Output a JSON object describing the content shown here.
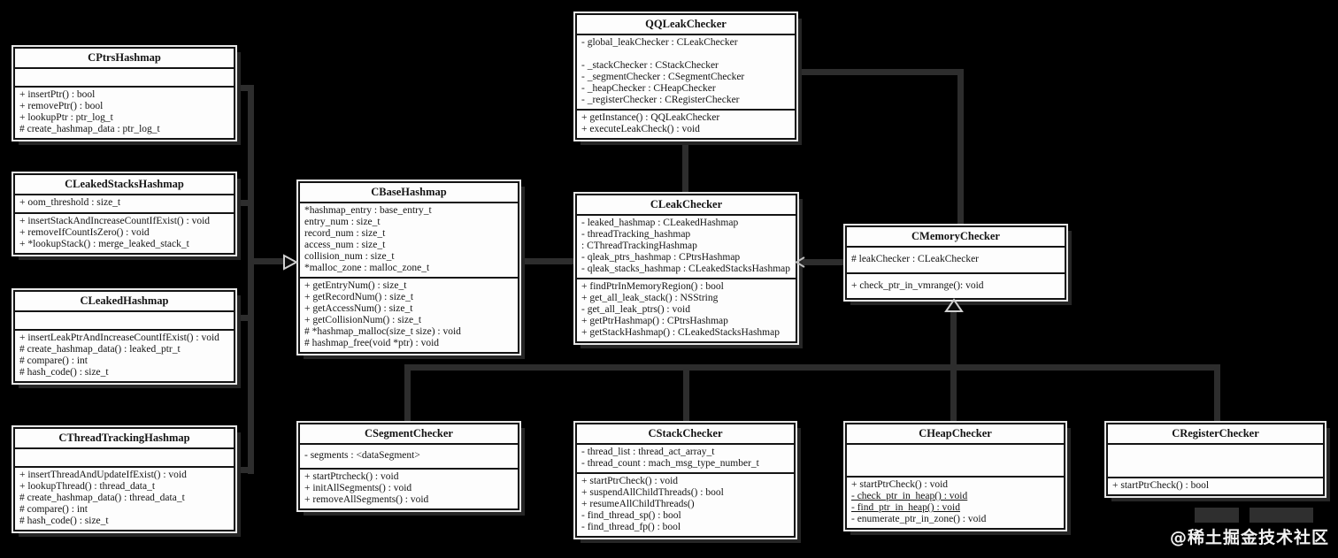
{
  "diagram_title": "QQLeakChecker UML class diagram",
  "background": "#000000",
  "connector_color": "#2d2d2d",
  "box_fill": "#fdfdfd",
  "box_border": "#141414",
  "watermark": "@稀土掘金技术社区",
  "classes": {
    "cptrs": {
      "name": "CPtrsHashmap",
      "attributes": [],
      "methods": [
        {
          "t": "+ insertPtr() : bool"
        },
        {
          "t": "+ removePtr() : bool"
        },
        {
          "t": "+ lookupPtr : ptr_log_t"
        },
        {
          "t": "# create_hashmap_data : ptr_log_t"
        }
      ]
    },
    "cleakedstacks": {
      "name": "CLeakedStacksHashmap",
      "attributes": [
        {
          "t": "+ oom_threshold : size_t"
        }
      ],
      "methods": [
        {
          "t": "+ insertStackAndIncreaseCountIfExist() : void"
        },
        {
          "t": "+ removeIfCountIsZero() : void"
        },
        {
          "t": "+ *lookupStack() : merge_leaked_stack_t"
        }
      ]
    },
    "cleaked": {
      "name": "CLeakedHashmap",
      "attributes": [],
      "methods": [
        {
          "t": "+ insertLeakPtrAndIncreaseCountIfExist() : void"
        },
        {
          "t": "# create_hashmap_data() : leaked_ptr_t"
        },
        {
          "t": "# compare() : int"
        },
        {
          "t": "# hash_code() : size_t"
        }
      ]
    },
    "cthread": {
      "name": "CThreadTrackingHashmap",
      "attributes": [],
      "methods": [
        {
          "t": "+ insertThreadAndUpdateIfExist() : void"
        },
        {
          "t": "+ lookupThread() : thread_data_t"
        },
        {
          "t": "# create_hashmap_data() : thread_data_t"
        },
        {
          "t": "# compare() : int"
        },
        {
          "t": "# hash_code() : size_t"
        }
      ]
    },
    "cbase": {
      "name": "CBaseHashmap",
      "attributes": [
        {
          "t": "*hashmap_entry : base_entry_t"
        },
        {
          "t": "entry_num : size_t"
        },
        {
          "t": "record_num : size_t"
        },
        {
          "t": "access_num : size_t"
        },
        {
          "t": "collision_num : size_t"
        },
        {
          "t": "*malloc_zone : malloc_zone_t"
        }
      ],
      "methods": [
        {
          "t": "+ getEntryNum() : size_t"
        },
        {
          "t": "+ getRecordNum() : size_t"
        },
        {
          "t": "+ getAccessNum() : size_t"
        },
        {
          "t": "+ getCollisionNum() : size_t"
        },
        {
          "t": "# *hashmap_malloc(size_t size) : void"
        },
        {
          "t": "# hashmap_free(void *ptr) : void"
        }
      ]
    },
    "qqleak": {
      "name": "QQLeakChecker",
      "attributes": [
        {
          "t": "- global_leakChecker : CLeakChecker"
        },
        {
          "t": ""
        },
        {
          "t": "- _stackChecker : CStackChecker"
        },
        {
          "t": "- _segmentChecker : CSegmentChecker"
        },
        {
          "t": "- _heapChecker : CHeapChecker"
        },
        {
          "t": "- _registerChecker : CRegisterChecker"
        }
      ],
      "methods": [
        {
          "t": "+ getInstance() : QQLeakChecker"
        },
        {
          "t": "+ executeLeakCheck() : void"
        }
      ]
    },
    "cleakchecker": {
      "name": "CLeakChecker",
      "attributes": [
        {
          "t": "- leaked_hashmap : CLeakedHashmap"
        },
        {
          "t": "- threadTracking_hashmap"
        },
        {
          "t": ": CThreadTrackingHashmap"
        },
        {
          "t": "- qleak_ptrs_hashmap : CPtrsHashmap"
        },
        {
          "t": "- qleak_stacks_hashmap : CLeakedStacksHashmap"
        }
      ],
      "methods": [
        {
          "t": "+ findPtrInMemoryRegion() : bool"
        },
        {
          "t": "+ get_all_leak_stack() : NSString"
        },
        {
          "t": "- get_all_leak_ptrs() : void"
        },
        {
          "t": "+ getPtrHashmap() : CPtrsHashmap"
        },
        {
          "t": "+ getStackHashmap() : CLeakedStacksHashmap"
        }
      ]
    },
    "cmemory": {
      "name": "CMemoryChecker",
      "attributes": [
        {
          "t": "# leakChecker : CLeakChecker"
        }
      ],
      "methods": [
        {
          "t": "+ check_ptr_in_vmrange(): void"
        }
      ]
    },
    "csegment": {
      "name": "CSegmentChecker",
      "attributes": [
        {
          "t": "- segments : <dataSegment>"
        }
      ],
      "methods": [
        {
          "t": "+ startPtrcheck() : void"
        },
        {
          "t": "+ initAllSegments() : void"
        },
        {
          "t": "+ removeAllSegments() : void"
        }
      ]
    },
    "cstack": {
      "name": "CStackChecker",
      "attributes": [
        {
          "t": "- thread_list : thread_act_array_t"
        },
        {
          "t": "- thread_count : mach_msg_type_number_t"
        }
      ],
      "methods": [
        {
          "t": "+ startPtrCheck() : void"
        },
        {
          "t": "+ suspendAllChildThreads() : bool"
        },
        {
          "t": "+ resumeAllChildThreads()"
        },
        {
          "t": "- find_thread_sp() : bool"
        },
        {
          "t": "- find_thread_fp() : bool"
        }
      ]
    },
    "cheap": {
      "name": "CHeapChecker",
      "attributes": [],
      "methods": [
        {
          "t": "+ startPtrCheck() : void"
        },
        {
          "t": "- check_ptr_in_heap() : void",
          "u": true
        },
        {
          "t": "- find_ptr_in_heap() : void",
          "u": true
        },
        {
          "t": "- enumerate_ptr_in_zone() : void"
        }
      ]
    },
    "cregister": {
      "name": "CRegisterChecker",
      "attributes": [],
      "methods": [
        {
          "t": "+ startPtrCheck() : bool"
        }
      ]
    }
  },
  "relations": [
    {
      "from": "CPtrsHashmap",
      "to": "CBaseHashmap",
      "type": "generalization"
    },
    {
      "from": "CLeakedStacksHashmap",
      "to": "CBaseHashmap",
      "type": "generalization"
    },
    {
      "from": "CLeakedHashmap",
      "to": "CBaseHashmap",
      "type": "generalization"
    },
    {
      "from": "CThreadTrackingHashmap",
      "to": "CBaseHashmap",
      "type": "generalization"
    },
    {
      "from": "QQLeakChecker",
      "to": "CLeakChecker",
      "type": "association"
    },
    {
      "from": "QQLeakChecker",
      "to": "CMemoryChecker",
      "type": "association"
    },
    {
      "from": "CBaseHashmap",
      "to": "CLeakChecker",
      "type": "association"
    },
    {
      "from": "CMemoryChecker",
      "to": "CLeakChecker",
      "type": "association"
    },
    {
      "from": "CSegmentChecker",
      "to": "CMemoryChecker",
      "type": "generalization"
    },
    {
      "from": "CStackChecker",
      "to": "CMemoryChecker",
      "type": "generalization"
    },
    {
      "from": "CHeapChecker",
      "to": "CMemoryChecker",
      "type": "generalization"
    },
    {
      "from": "CRegisterChecker",
      "to": "CMemoryChecker",
      "type": "generalization"
    }
  ]
}
